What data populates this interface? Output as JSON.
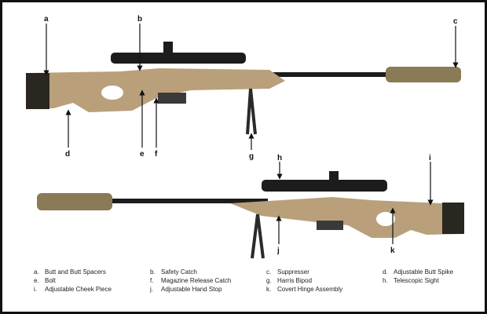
{
  "callouts": {
    "a": "a",
    "b": "b",
    "c": "c",
    "d": "d",
    "e": "e",
    "f": "f",
    "g": "g",
    "h": "h",
    "i": "i",
    "j": "j",
    "k": "k"
  },
  "legend": [
    {
      "key": "a.",
      "text": "Butt and Butt Spacers"
    },
    {
      "key": "b.",
      "text": "Safety Catch"
    },
    {
      "key": "c.",
      "text": "Suppresser"
    },
    {
      "key": "d.",
      "text": "Adjustable Butt Spike"
    },
    {
      "key": "e.",
      "text": "Bolt"
    },
    {
      "key": "f.",
      "text": "Magazine Release Catch"
    },
    {
      "key": "g.",
      "text": "Harris Bipod"
    },
    {
      "key": "h.",
      "text": "Telescopic Sight"
    },
    {
      "key": "i.",
      "text": "Adjustable Cheek Piece"
    },
    {
      "key": "j.",
      "text": "Adjustable Hand Stop"
    },
    {
      "key": "k.",
      "text": "Covert Hinge Assembly"
    }
  ],
  "colors": {
    "stock": "#b9a07a",
    "metal": "#1c1c1c",
    "suppressor": "#8a7a55"
  }
}
